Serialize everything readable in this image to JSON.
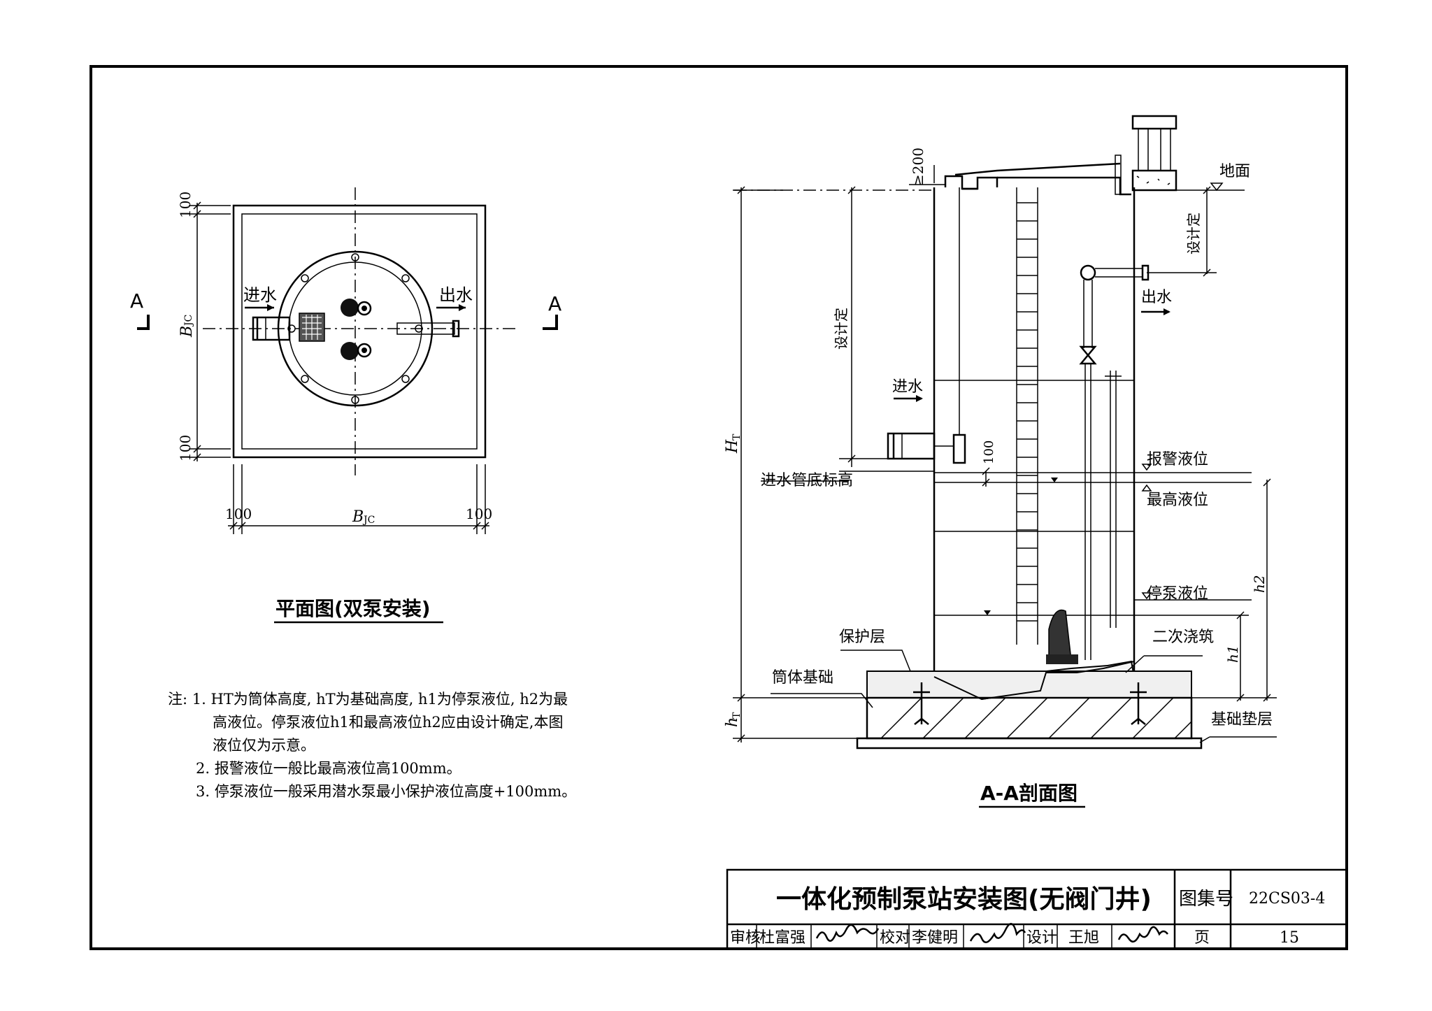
{
  "plan": {
    "title": "平面图(双泵安装)",
    "section_mark": "A",
    "inlet": "进水",
    "outlet": "出水",
    "dim_100": "100",
    "dim_b": "B",
    "dim_b_sub": "JC"
  },
  "section": {
    "title": "A-A剖面图",
    "ground": "地面",
    "by_design_top": "设计定",
    "by_design_mid": "设计定",
    "min_200": "≥200",
    "outlet": "出水",
    "inlet": "进水",
    "inlet_bottom": "进水管底标高",
    "dim_100": "100",
    "alarm_level": "报警液位",
    "max_level": "最高液位",
    "stop_level": "停泵液位",
    "protect_layer": "保护层",
    "second_pour": "二次浇筑",
    "body_foundation": "筒体基础",
    "base_cushion": "基础垫层",
    "h2": "h2",
    "h1": "h1",
    "ht_label": "H",
    "ht_sub": "T",
    "hT_label": "h",
    "hT_sub": "T"
  },
  "notes": {
    "prefix": "注:",
    "line1": "1. HT为筒体高度, hT为基础高度, h1为停泵液位, h2为最",
    "line2": "高液位。停泵液位h1和最高液位h2应由设计确定,本图",
    "line3": "液位仅为示意。",
    "line4": "2. 报警液位一般比最高液位高100mm。",
    "line5": "3. 停泵液位一般采用潜水泵最小保护液位高度+100mm。"
  },
  "title_block": {
    "drawing_title": "一体化预制泵站安装图(无阀门井)",
    "atlas_label": "图集号",
    "atlas_no": "22CS03-4",
    "review_label": "审核",
    "reviewer": "杜富强",
    "check_label": "校对",
    "checker": "李健明",
    "design_label": "设计",
    "designer": "王旭",
    "page_label": "页",
    "page_no": "15"
  }
}
